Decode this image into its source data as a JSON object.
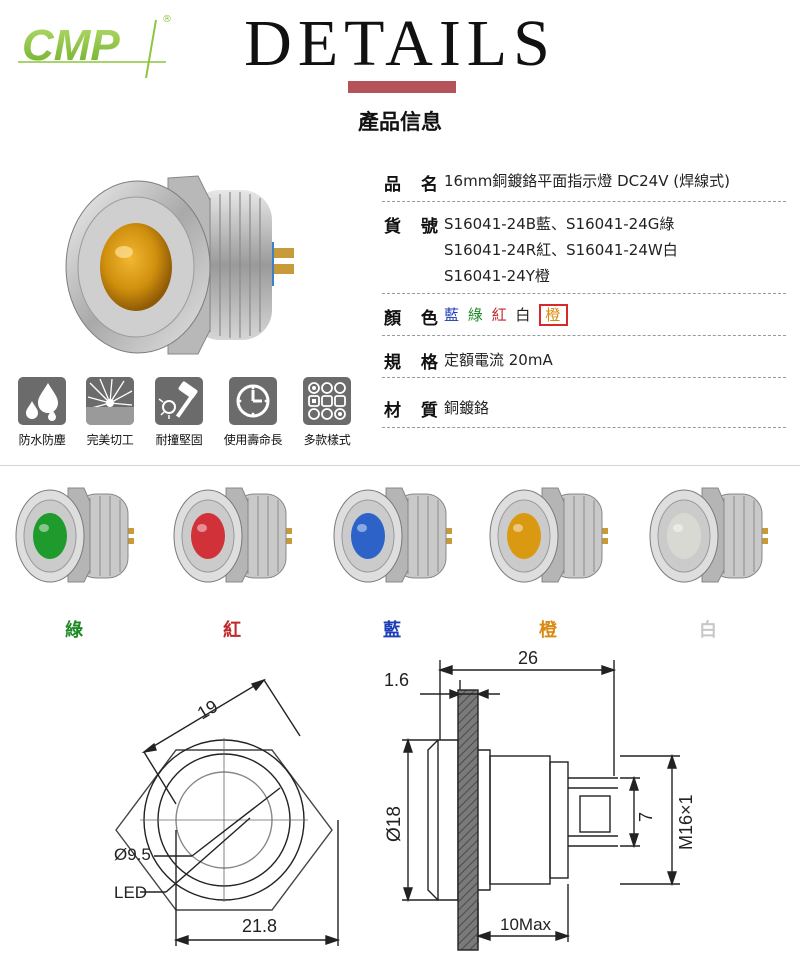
{
  "header": {
    "logo_text": "CMP",
    "logo_registered": "®",
    "title": "DETAILS",
    "subtitle": "產品信息"
  },
  "specs": {
    "name": {
      "label": "品 名",
      "value": "16mm銅鍍鉻平面指示燈 DC24V (焊線式)"
    },
    "model": {
      "label": "貨 號",
      "lines": [
        "S16041-24B藍、S16041-24G綠",
        "S16041-24R紅、S16041-24W白",
        "S16041-24Y橙"
      ]
    },
    "color": {
      "label": "顏 色",
      "items": [
        {
          "text": "藍",
          "color": "#1c3fb5"
        },
        {
          "text": "綠",
          "color": "#1d8a23"
        },
        {
          "text": "紅",
          "color": "#c0282b"
        },
        {
          "text": "白",
          "color": "#222222"
        },
        {
          "text": "橙",
          "color": "#d98a12",
          "highlighted": true
        }
      ]
    },
    "rating": {
      "label": "規 格",
      "value": "定額電流 20mA"
    },
    "material": {
      "label": "材 質",
      "value": "銅鍍鉻"
    }
  },
  "features": [
    {
      "icon": "water-drops-icon",
      "label": "防水防塵"
    },
    {
      "icon": "cut-burst-icon",
      "label": "完美切工"
    },
    {
      "icon": "hammer-impact-icon",
      "label": "耐撞堅固"
    },
    {
      "icon": "clock-icon",
      "label": "使用壽命長"
    },
    {
      "icon": "style-grid-icon",
      "label": "多款樣式"
    }
  ],
  "variants": [
    {
      "label": "綠",
      "lens": "#1f9a2c",
      "text_color": "#1d8a23"
    },
    {
      "label": "紅",
      "lens": "#d1323a",
      "text_color": "#c0282b"
    },
    {
      "label": "藍",
      "lens": "#2d63c9",
      "text_color": "#1c3fb5"
    },
    {
      "label": "橙",
      "lens": "#d99a12",
      "text_color": "#d98a12"
    },
    {
      "label": "白",
      "lens": "#d9d9d4",
      "text_color": "#c8c8c8"
    }
  ],
  "drawing_front": {
    "dim_hex_flats": "19",
    "dim_width": "21.8",
    "label_lens_dia": "Ø9.5",
    "label_led": "LED"
  },
  "drawing_side": {
    "dim_total_length": "26",
    "dim_flange": "1.6",
    "dim_diameter": "Ø18",
    "dim_pin_spacing": "7",
    "dim_thread": "M16×1",
    "dim_max_depth": "10Max"
  },
  "colors": {
    "accent": "#b5535a",
    "logo_green": "#8cc63f"
  }
}
